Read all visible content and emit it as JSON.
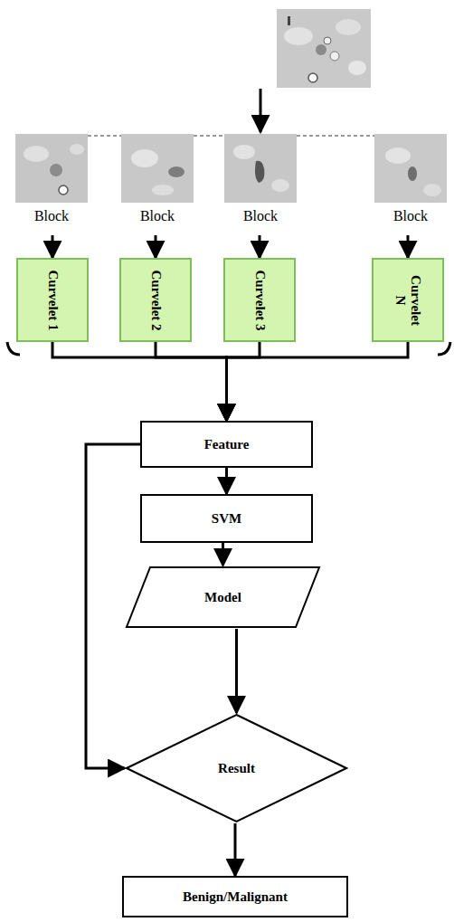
{
  "diagram": {
    "nodes": [
      {
        "text": [
          "Block"
        ]
      },
      {
        "text": [
          "Block"
        ]
      },
      {
        "text": [
          "Block"
        ]
      },
      {
        "text": [
          "Block"
        ]
      },
      {
        "text": [
          "Curvelet 1"
        ]
      },
      {
        "text": [
          "Curvelet 2"
        ]
      },
      {
        "text": [
          "Curvelet 3"
        ]
      },
      {
        "text": [
          "Curvelet N"
        ]
      },
      {
        "text": [
          "Feature"
        ]
      },
      {
        "text": [
          "SVM"
        ]
      },
      {
        "text": [
          "Model"
        ]
      },
      {
        "text": [
          "Result"
        ]
      },
      {
        "text": [
          "Benign/Malignant"
        ]
      }
    ],
    "edges": [
      {
        "from": 0,
        "to": 4,
        "arrow": "to"
      },
      {
        "from": 1,
        "to": 5,
        "arrow": "to"
      },
      {
        "from": 2,
        "to": 6,
        "arrow": "to"
      },
      {
        "from": 3,
        "to": 7,
        "arrow": "to"
      },
      {
        "from": 4,
        "to": 8,
        "arrow": "to"
      },
      {
        "from": 5,
        "to": 8,
        "arrow": "to"
      },
      {
        "from": 6,
        "to": 8,
        "arrow": "to"
      },
      {
        "from": 7,
        "to": 8,
        "arrow": "to"
      },
      {
        "from": 8,
        "to": 9,
        "arrow": "to"
      },
      {
        "from": 9,
        "to": 10,
        "arrow": "to"
      },
      {
        "from": 10,
        "to": 11,
        "arrow": "to"
      },
      {
        "from": 8,
        "to": 11,
        "arrow": "to"
      },
      {
        "from": 11,
        "to": 12,
        "arrow": "to"
      }
    ]
  }
}
